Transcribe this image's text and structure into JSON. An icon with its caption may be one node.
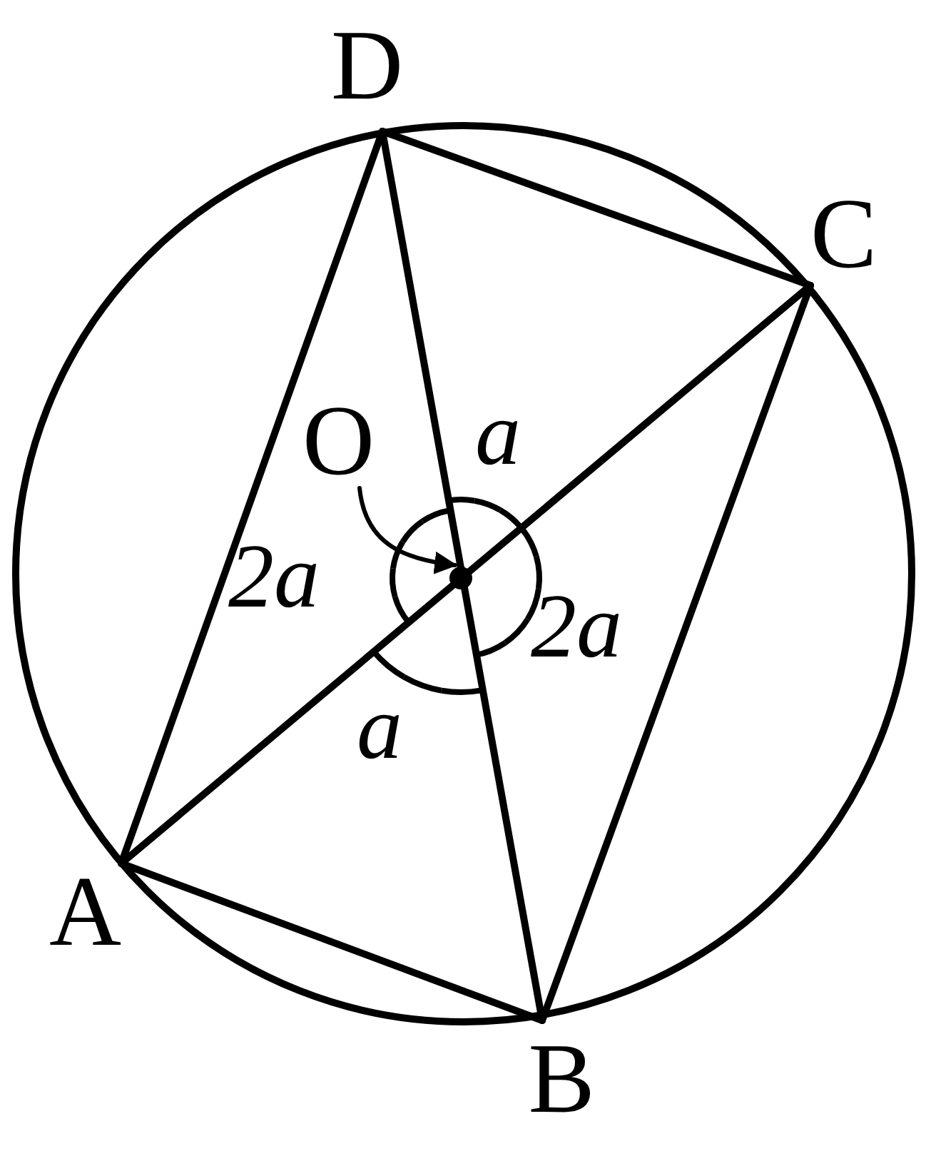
{
  "diagram": {
    "nodes": [
      {
        "text": [
          "D"
        ]
      },
      {
        "text": [
          "C"
        ]
      },
      {
        "text": [
          "O"
        ]
      },
      {
        "text": [
          "A"
        ]
      },
      {
        "text": [
          "B"
        ]
      }
    ],
    "edges": [
      {
        "from": 0,
        "to": 1,
        "arrow": "none"
      },
      {
        "from": 0,
        "to": 3,
        "arrow": "none"
      },
      {
        "from": 0,
        "to": 4,
        "arrow": "none"
      },
      {
        "from": 1,
        "to": 3,
        "arrow": "none"
      },
      {
        "from": 1,
        "to": 4,
        "arrow": "none"
      },
      {
        "from": 3,
        "to": 4,
        "arrow": "none"
      },
      {
        "from": 2,
        "to": null,
        "arrow": "to"
      }
    ],
    "labels": [
      "a",
      "2a",
      "2a",
      "a"
    ]
  }
}
